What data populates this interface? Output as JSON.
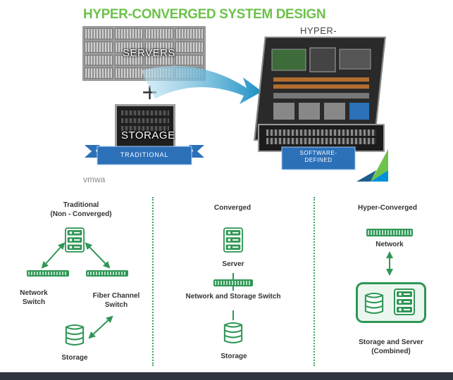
{
  "header": {
    "title": "HYPER-CONVERGED SYSTEM DESIGN"
  },
  "top_graphic": {
    "servers_label": "SERVERS",
    "plus_sign": "+",
    "storage_label": "STORAGE",
    "traditional_ribbon": "TRADITIONAL",
    "vmware_text": "vmwa",
    "hyper_label": "HYPER-",
    "software_ribbon_line1": "SOFTWARE-",
    "software_ribbon_line2": "DEFINED"
  },
  "diagrams": {
    "traditional": {
      "title_line1": "Traditional",
      "title_line2": "(Non - Converged)",
      "network_line1": "Network",
      "network_line2": "Switch",
      "fiber_line1": "Fiber Channel",
      "fiber_line2": "Switch",
      "storage": "Storage"
    },
    "converged": {
      "title": "Converged",
      "server": "Server",
      "switch": "Network and Storage Switch",
      "storage": "Storage"
    },
    "hyper_converged": {
      "title": "Hyper-Converged",
      "network": "Network",
      "combined_line1": "Storage and Server",
      "combined_line2": "(Combined)"
    }
  },
  "colors": {
    "title_green": "#6cc24a",
    "icon_green": "#2f9655",
    "ribbon_blue": "#2c70b8",
    "vmware_green": "#6cc24a",
    "vmware_blue": "#0091da"
  }
}
